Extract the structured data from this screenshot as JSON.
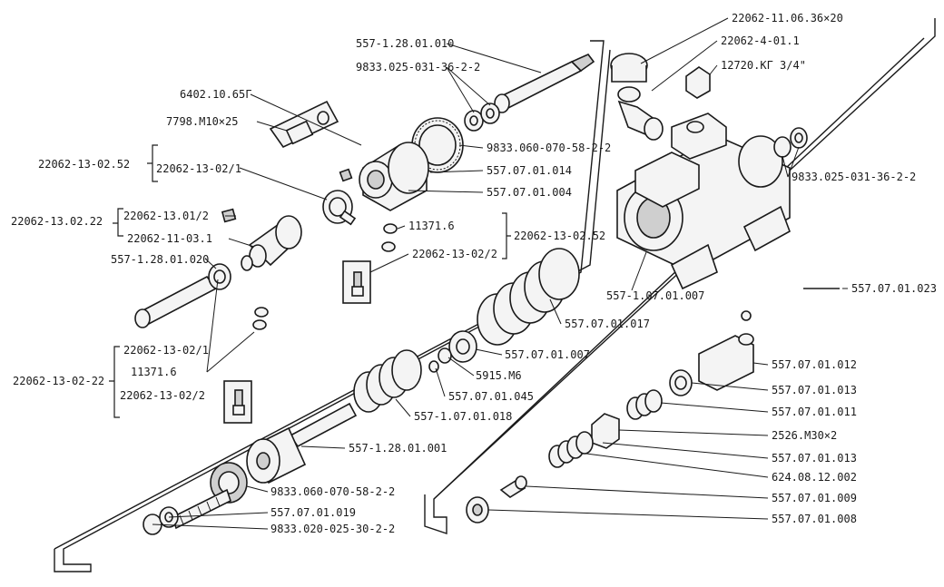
{
  "labels": {
    "l01": "557-1.28.01.010",
    "l02": "9833.025-031-36-2-2",
    "l03": "6402.10.65Г",
    "l04": "7798.M10×25",
    "l05": "22062-13-02.52",
    "l06": "22062-13-02/1",
    "l07": "22062-13.02.22",
    "l08": "22062-13.01/2",
    "l09": "22062-11-03.1",
    "l10": "557-1.28.01.020",
    "l11": "9833.060-070-58-2-2",
    "l12": "557.07.01.014",
    "l13": "557.07.01.004",
    "l14": "11371.6",
    "l15": "22062-13-02/2",
    "l16": "22062-13-02.52",
    "l17": "22062-11.06.36×20",
    "l18": "22062-4-01.1",
    "l19": "12720.КГ 3/4\"",
    "l20": "9833.025-031-36-2-2",
    "l21": "557-1.07.01.007",
    "l22": "557.07.01.023",
    "l23": "557.07.01.017",
    "l24": "557.07.01.007",
    "l25": "5915.M6",
    "l26": "557.07.01.045",
    "l27": "557-1.07.01.018",
    "l28": "22062-13-02/1",
    "l29": "11371.6",
    "l30": "22062-13-02/2",
    "l31": "22062-13-02-22",
    "l32": "557-1.28.01.001",
    "l33": "9833.060-070-58-2-2",
    "l34": "557.07.01.019",
    "l35": "9833.020-025-30-2-2",
    "l36": "557.07.01.012",
    "l37": "557.07.01.013",
    "l38": "557.07.01.011",
    "l39": "2526.M30×2",
    "l40": "557.07.01.013",
    "l41": "624.08.12.002",
    "l42": "557.07.01.009",
    "l43": "557.07.01.008"
  }
}
